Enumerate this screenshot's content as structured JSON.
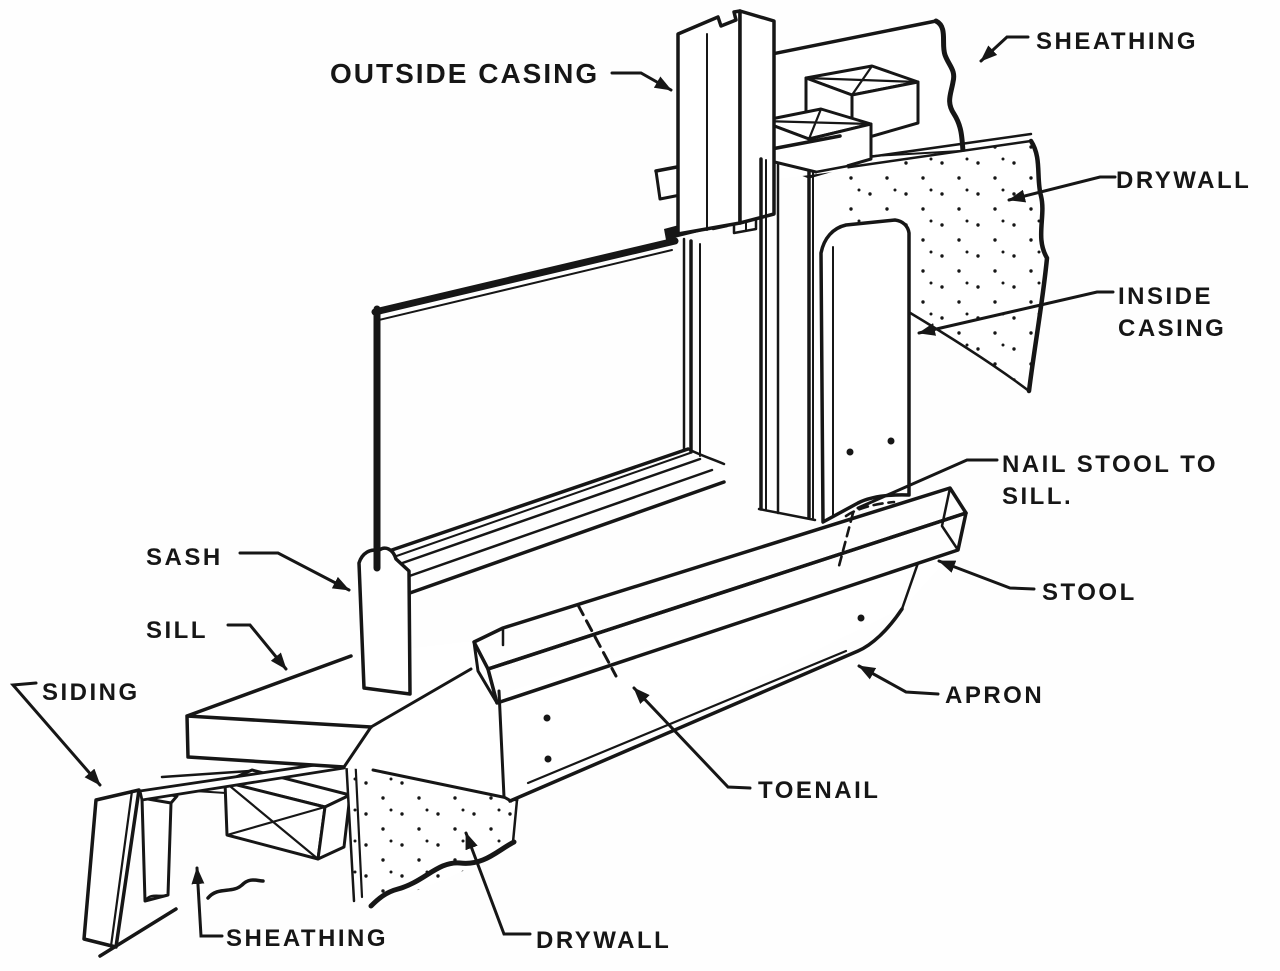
{
  "figure": {
    "kind": "technical line drawing",
    "ink_color": "#161616",
    "paper_color": "#ffffff"
  },
  "labels": {
    "outside_casing": "OUTSIDE CASING",
    "sheathing_top": "SHEATHING",
    "drywall_upper": "DRYWALL",
    "inside_casing": "INSIDE\nCASING",
    "nail_stool_to_sill": "NAIL STOOL TO\nSILL.",
    "stool": "STOOL",
    "apron": "APRON",
    "toenail": "TOENAIL",
    "sash": "SASH",
    "sill": "SILL",
    "siding": "SIDING",
    "sheathing_bottom": "SHEATHING",
    "drywall_bottom": "DRYWALL"
  }
}
